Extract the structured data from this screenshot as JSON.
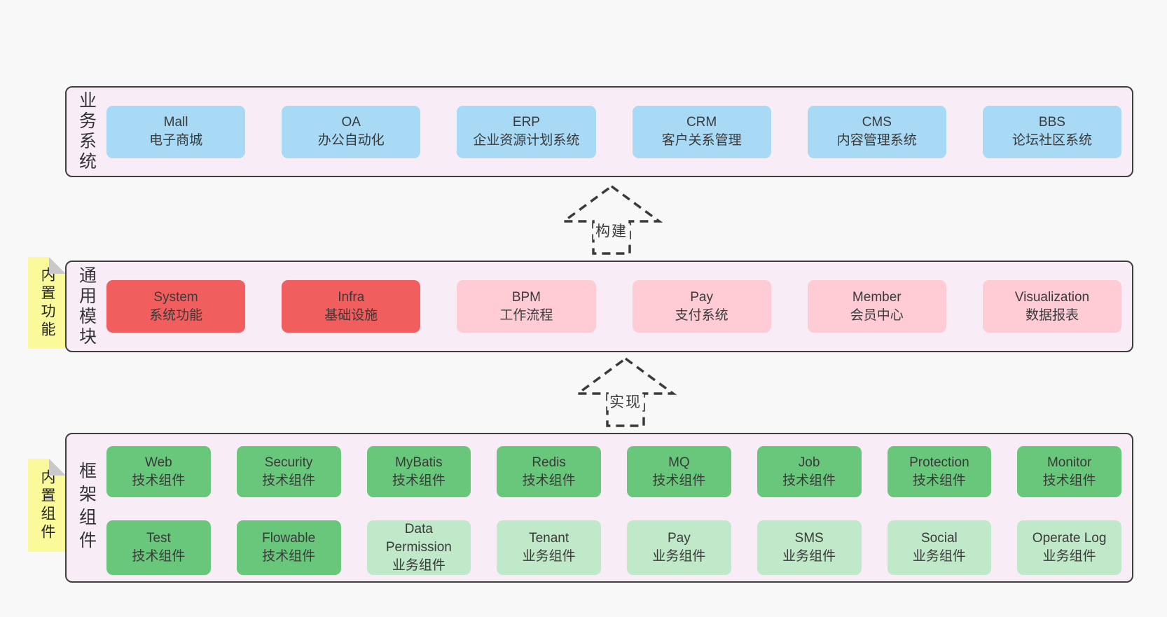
{
  "palette": {
    "page_bg": "#f8f8f8",
    "panel_bg": "#f8edf6",
    "border_dark": "#3f3f3f",
    "blue": "#a9daf5",
    "red": "#f15e5e",
    "pink": "#ffccd6",
    "green": "#69c77b",
    "lightgreen": "#bfe9c8",
    "note_yellow": "#fafa9b",
    "text": "#3a3a3a"
  },
  "arrows": [
    {
      "label": "构建"
    },
    {
      "label": "实现"
    }
  ],
  "layers": [
    {
      "id": "business-systems",
      "label": "业务系统",
      "boxes": [
        {
          "name": "Mall",
          "desc": "电子商城"
        },
        {
          "name": "OA",
          "desc": "办公自动化"
        },
        {
          "name": "ERP",
          "desc": "企业资源计划系统"
        },
        {
          "name": "CRM",
          "desc": "客户关系管理"
        },
        {
          "name": "CMS",
          "desc": "内容管理系统"
        },
        {
          "name": "BBS",
          "desc": "论坛社区系统"
        }
      ]
    },
    {
      "id": "common-modules",
      "label": "通用模块",
      "note": "内置功能",
      "boxes": [
        {
          "name": "System",
          "desc": "系统功能"
        },
        {
          "name": "Infra",
          "desc": "基础设施"
        },
        {
          "name": "BPM",
          "desc": "工作流程"
        },
        {
          "name": "Pay",
          "desc": "支付系统"
        },
        {
          "name": "Member",
          "desc": "会员中心"
        },
        {
          "name": "Visualization",
          "desc": "数据报表"
        }
      ]
    },
    {
      "id": "framework-components",
      "label": "框架组件",
      "note": "内置组件",
      "rows": [
        [
          {
            "name": "Web",
            "desc": "技术组件"
          },
          {
            "name": "Security",
            "desc": "技术组件"
          },
          {
            "name": "MyBatis",
            "desc": "技术组件"
          },
          {
            "name": "Redis",
            "desc": "技术组件"
          },
          {
            "name": "MQ",
            "desc": "技术组件"
          },
          {
            "name": "Job",
            "desc": "技术组件"
          },
          {
            "name": "Protection",
            "desc": "技术组件"
          },
          {
            "name": "Monitor",
            "desc": "技术组件"
          }
        ],
        [
          {
            "name": "Test",
            "desc": "技术组件"
          },
          {
            "name": "Flowable",
            "desc": "技术组件"
          },
          {
            "name": "Data Permission",
            "desc": "业务组件"
          },
          {
            "name": "Tenant",
            "desc": "业务组件"
          },
          {
            "name": "Pay",
            "desc": "业务组件"
          },
          {
            "name": "SMS",
            "desc": "业务组件"
          },
          {
            "name": "Social",
            "desc": "业务组件"
          },
          {
            "name": "Operate Log",
            "desc": "业务组件"
          }
        ]
      ]
    }
  ]
}
